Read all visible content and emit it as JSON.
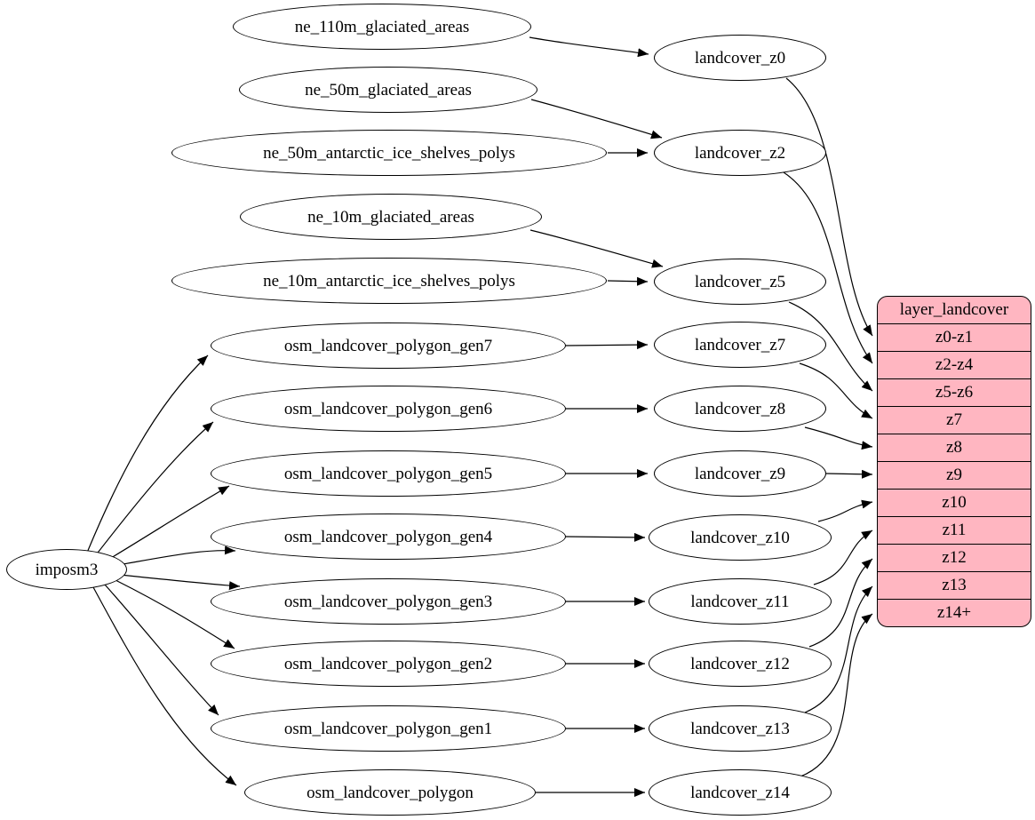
{
  "colors": {
    "background": "#ffffff",
    "node_fill": "#ffffff",
    "node_border": "#000000",
    "edge": "#000000",
    "record_fill": "#ffb6c1",
    "record_border": "#000000",
    "text": "#000000"
  },
  "nodes": [
    {
      "id": "imposm3",
      "label": "imposm3"
    },
    {
      "id": "ne_110m_glaciated_areas",
      "label": "ne_110m_glaciated_areas"
    },
    {
      "id": "ne_50m_glaciated_areas",
      "label": "ne_50m_glaciated_areas"
    },
    {
      "id": "ne_50m_antarctic_ice_shelves_polys",
      "label": "ne_50m_antarctic_ice_shelves_polys"
    },
    {
      "id": "ne_10m_glaciated_areas",
      "label": "ne_10m_glaciated_areas"
    },
    {
      "id": "ne_10m_antarctic_ice_shelves_polys",
      "label": "ne_10m_antarctic_ice_shelves_polys"
    },
    {
      "id": "osm_landcover_polygon_gen7",
      "label": "osm_landcover_polygon_gen7"
    },
    {
      "id": "osm_landcover_polygon_gen6",
      "label": "osm_landcover_polygon_gen6"
    },
    {
      "id": "osm_landcover_polygon_gen5",
      "label": "osm_landcover_polygon_gen5"
    },
    {
      "id": "osm_landcover_polygon_gen4",
      "label": "osm_landcover_polygon_gen4"
    },
    {
      "id": "osm_landcover_polygon_gen3",
      "label": "osm_landcover_polygon_gen3"
    },
    {
      "id": "osm_landcover_polygon_gen2",
      "label": "osm_landcover_polygon_gen2"
    },
    {
      "id": "osm_landcover_polygon_gen1",
      "label": "osm_landcover_polygon_gen1"
    },
    {
      "id": "osm_landcover_polygon",
      "label": "osm_landcover_polygon"
    },
    {
      "id": "landcover_z0",
      "label": "landcover_z0"
    },
    {
      "id": "landcover_z2",
      "label": "landcover_z2"
    },
    {
      "id": "landcover_z5",
      "label": "landcover_z5"
    },
    {
      "id": "landcover_z7",
      "label": "landcover_z7"
    },
    {
      "id": "landcover_z8",
      "label": "landcover_z8"
    },
    {
      "id": "landcover_z9",
      "label": "landcover_z9"
    },
    {
      "id": "landcover_z10",
      "label": "landcover_z10"
    },
    {
      "id": "landcover_z11",
      "label": "landcover_z11"
    },
    {
      "id": "landcover_z12",
      "label": "landcover_z12"
    },
    {
      "id": "landcover_z13",
      "label": "landcover_z13"
    },
    {
      "id": "landcover_z14",
      "label": "landcover_z14"
    }
  ],
  "record": {
    "id": "layer_landcover",
    "title": "layer_landcover",
    "rows": [
      "z0-z1",
      "z2-z4",
      "z5-z6",
      "z7",
      "z8",
      "z9",
      "z10",
      "z11",
      "z12",
      "z13",
      "z14+"
    ]
  },
  "edges": [
    {
      "from": "ne_110m_glaciated_areas",
      "to": "landcover_z0"
    },
    {
      "from": "ne_50m_glaciated_areas",
      "to": "landcover_z2"
    },
    {
      "from": "ne_50m_antarctic_ice_shelves_polys",
      "to": "landcover_z2"
    },
    {
      "from": "ne_10m_glaciated_areas",
      "to": "landcover_z5"
    },
    {
      "from": "ne_10m_antarctic_ice_shelves_polys",
      "to": "landcover_z5"
    },
    {
      "from": "imposm3",
      "to": "osm_landcover_polygon_gen7"
    },
    {
      "from": "imposm3",
      "to": "osm_landcover_polygon_gen6"
    },
    {
      "from": "imposm3",
      "to": "osm_landcover_polygon_gen5"
    },
    {
      "from": "imposm3",
      "to": "osm_landcover_polygon_gen4"
    },
    {
      "from": "imposm3",
      "to": "osm_landcover_polygon_gen3"
    },
    {
      "from": "imposm3",
      "to": "osm_landcover_polygon_gen2"
    },
    {
      "from": "imposm3",
      "to": "osm_landcover_polygon_gen1"
    },
    {
      "from": "imposm3",
      "to": "osm_landcover_polygon"
    },
    {
      "from": "osm_landcover_polygon_gen7",
      "to": "landcover_z7"
    },
    {
      "from": "osm_landcover_polygon_gen6",
      "to": "landcover_z8"
    },
    {
      "from": "osm_landcover_polygon_gen5",
      "to": "landcover_z9"
    },
    {
      "from": "osm_landcover_polygon_gen4",
      "to": "landcover_z10"
    },
    {
      "from": "osm_landcover_polygon_gen3",
      "to": "landcover_z11"
    },
    {
      "from": "osm_landcover_polygon_gen2",
      "to": "landcover_z12"
    },
    {
      "from": "osm_landcover_polygon_gen1",
      "to": "landcover_z13"
    },
    {
      "from": "osm_landcover_polygon",
      "to": "landcover_z14"
    },
    {
      "from": "landcover_z0",
      "to": "layer_landcover",
      "port": "z0-z1"
    },
    {
      "from": "landcover_z2",
      "to": "layer_landcover",
      "port": "z2-z4"
    },
    {
      "from": "landcover_z5",
      "to": "layer_landcover",
      "port": "z5-z6"
    },
    {
      "from": "landcover_z7",
      "to": "layer_landcover",
      "port": "z7"
    },
    {
      "from": "landcover_z8",
      "to": "layer_landcover",
      "port": "z8"
    },
    {
      "from": "landcover_z9",
      "to": "layer_landcover",
      "port": "z9"
    },
    {
      "from": "landcover_z10",
      "to": "layer_landcover",
      "port": "z10"
    },
    {
      "from": "landcover_z11",
      "to": "layer_landcover",
      "port": "z11"
    },
    {
      "from": "landcover_z12",
      "to": "layer_landcover",
      "port": "z12"
    },
    {
      "from": "landcover_z13",
      "to": "layer_landcover",
      "port": "z13"
    },
    {
      "from": "landcover_z14",
      "to": "layer_landcover",
      "port": "z14+"
    }
  ]
}
